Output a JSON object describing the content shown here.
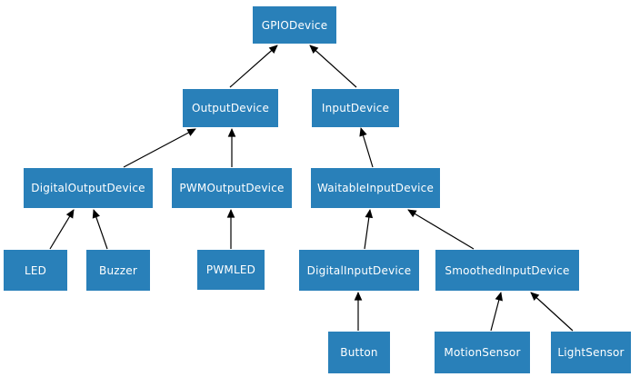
{
  "diagram": {
    "kind": "class-inheritance-diagram",
    "nodes": {
      "gpio_device": {
        "label": "GPIODevice"
      },
      "output_device": {
        "label": "OutputDevice"
      },
      "input_device": {
        "label": "InputDevice"
      },
      "digital_output_device": {
        "label": "DigitalOutputDevice"
      },
      "pwm_output_device": {
        "label": "PWMOutputDevice"
      },
      "waitable_input_device": {
        "label": "WaitableInputDevice"
      },
      "led": {
        "label": "LED"
      },
      "buzzer": {
        "label": "Buzzer"
      },
      "pwmled": {
        "label": "PWMLED"
      },
      "digital_input_device": {
        "label": "DigitalInputDevice"
      },
      "smoothed_input_device": {
        "label": "SmoothedInputDevice"
      },
      "button": {
        "label": "Button"
      },
      "motion_sensor": {
        "label": "MotionSensor"
      },
      "light_sensor": {
        "label": "LightSensor"
      }
    },
    "edges": [
      {
        "child": "OutputDevice",
        "parent": "GPIODevice"
      },
      {
        "child": "InputDevice",
        "parent": "GPIODevice"
      },
      {
        "child": "DigitalOutputDevice",
        "parent": "OutputDevice"
      },
      {
        "child": "PWMOutputDevice",
        "parent": "OutputDevice"
      },
      {
        "child": "WaitableInputDevice",
        "parent": "InputDevice"
      },
      {
        "child": "LED",
        "parent": "DigitalOutputDevice"
      },
      {
        "child": "Buzzer",
        "parent": "DigitalOutputDevice"
      },
      {
        "child": "PWMLED",
        "parent": "PWMOutputDevice"
      },
      {
        "child": "DigitalInputDevice",
        "parent": "WaitableInputDevice"
      },
      {
        "child": "SmoothedInputDevice",
        "parent": "WaitableInputDevice"
      },
      {
        "child": "Button",
        "parent": "DigitalInputDevice"
      },
      {
        "child": "MotionSensor",
        "parent": "SmoothedInputDevice"
      },
      {
        "child": "LightSensor",
        "parent": "SmoothedInputDevice"
      }
    ],
    "colors": {
      "node_fill": "#2980b9",
      "node_text": "#ffffff",
      "edge": "#000000",
      "background": "#ffffff"
    }
  }
}
